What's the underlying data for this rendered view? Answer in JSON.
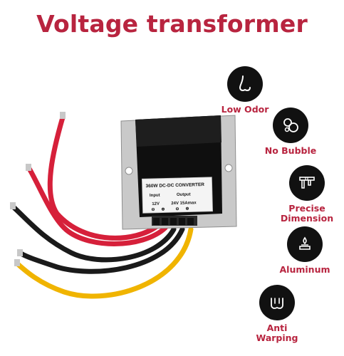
{
  "title": "Voltage transformer",
  "device": {
    "label_title": "360W DC-DC CONVERTER",
    "input_label": "Input",
    "output_label": "Output",
    "input_value": "12V",
    "output_value": "24V 15Amax",
    "minus_symbol": "⊖",
    "plus_symbol": "⊕"
  },
  "features": [
    {
      "label": "Low Odor",
      "icon": "nose-icon"
    },
    {
      "label": "No Bubble",
      "icon": "bubble-icon"
    },
    {
      "label": "Precise\nDimension",
      "icon": "caliper-icon"
    },
    {
      "label": "Aluminum",
      "icon": "aluminum-icon"
    },
    {
      "label": "Anti\nWarping",
      "icon": "warping-icon"
    }
  ],
  "colors": {
    "accent": "#b8243f",
    "icon_bg": "#111111",
    "wire_red": "#d6203a",
    "wire_yellow": "#f0b400",
    "wire_black": "#1a1a1a"
  }
}
